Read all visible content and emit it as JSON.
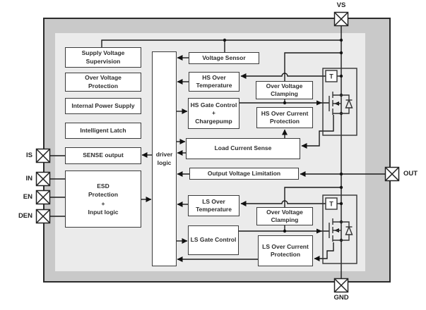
{
  "diagram": {
    "title": "smart power switch block diagram",
    "colors": {
      "outer_band": "#c9c9c9",
      "inner_panel": "#ebebeb",
      "box_fill": "#ffffff",
      "wire": "#1a1a1a",
      "text": "#2d2d2d"
    },
    "pins": {
      "vs": "VS",
      "gnd": "GND",
      "out": "OUT",
      "is": "IS",
      "in": "IN",
      "en": "EN",
      "den": "DEN"
    },
    "blocks": {
      "supply_voltage_supervision": "Supply Voltage\nSupervision",
      "over_voltage_protection": "Over Voltage\nProtection",
      "internal_power_supply": "Internal Power Supply",
      "intelligent_latch": "Intelligent Latch",
      "sense_output": "SENSE output",
      "esd_input_logic": "ESD\nProtection\n+\nInput logic",
      "driver_logic": "driver\nlogic",
      "voltage_sensor": "Voltage Sensor",
      "hs_over_temperature": "HS Over\nTemperature",
      "hs_gate_control": "HS Gate Control\n+\nChargepump",
      "hs_over_voltage_clamping": "Over Voltage\nClamping",
      "hs_over_current_protection": "HS Over Current\nProtection",
      "load_current_sense": "Load Current Sense",
      "output_voltage_limitation": "Output Voltage Limitation",
      "ls_over_temperature": "LS Over\nTemperature",
      "ls_over_voltage_clamping": "Over Voltage\nClamping",
      "ls_gate_control": "LS Gate Control",
      "ls_over_current_protection": "LS Over Current\nProtection",
      "hs_temp_sensor": "T",
      "ls_temp_sensor": "T"
    }
  }
}
